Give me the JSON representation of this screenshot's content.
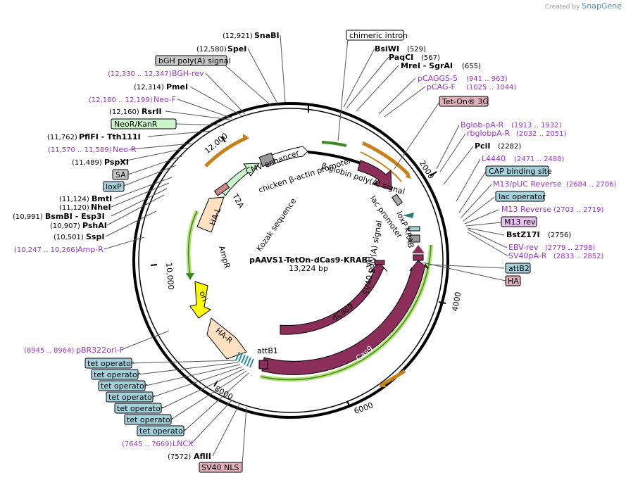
{
  "credit": {
    "prefix": "Created by",
    "brand": "SnapGene"
  },
  "plasmid": {
    "name": "pAAVS1-TetOn-dCas9-KRAB",
    "size": "13,224 bp"
  },
  "ticks": [
    "2000",
    "4000",
    "6000",
    "8000",
    "10,000",
    "12,000"
  ],
  "feature_labels": {
    "cmv": "CMV enhancer",
    "cba": "chicken β-actin promoter",
    "kozak": "Kozak sequence",
    "bglob": "β-globin poly(A) signal",
    "lacp": "lac promoter",
    "loxp": "loxP",
    "krab": "KRAB",
    "svpa": "SV40 poly(A) signal",
    "ha": "HA",
    "dcas9": "dCas9",
    "cas9": "Cas9",
    "attb1": "attB1",
    "har": "HA-R",
    "ori": "ori",
    "ampr": "AmpR",
    "hal": "HA-L",
    "t2a": "T2A"
  },
  "left_labels": [
    {
      "pos": "(12,921)",
      "name": "SnaBI",
      "style": "enzyme"
    },
    {
      "pos": "(12,580)",
      "name": "SpeI",
      "style": "enzyme"
    },
    {
      "pos": "",
      "name": "bGH poly(A) signal",
      "style": "box-gray"
    },
    {
      "pos": "(12,330 .. 12,347)",
      "name": "BGH-rev",
      "style": "primer"
    },
    {
      "pos": "(12,314)",
      "name": "PmeI",
      "style": "enzyme"
    },
    {
      "pos": "(12,180 .. 12,199)",
      "name": "Neo-F",
      "style": "primer"
    },
    {
      "pos": "(12,160)",
      "name": "RsrII",
      "style": "enzyme"
    },
    {
      "pos": "",
      "name": "NeoR/KanR",
      "style": "box-green"
    },
    {
      "pos": "(11,762)",
      "name": "PflFI - Tth111I",
      "style": "enzyme"
    },
    {
      "pos": "(11,570 .. 11,589)",
      "name": "Neo-R",
      "style": "primer"
    },
    {
      "pos": "(11,489)",
      "name": "PspXI",
      "style": "enzyme"
    },
    {
      "pos": "",
      "name": "SA",
      "style": "box-gray"
    },
    {
      "pos": "",
      "name": "loxP",
      "style": "box-teal"
    },
    {
      "pos": "(11,124)",
      "name": "BmtI",
      "style": "enzyme"
    },
    {
      "pos": "(11,120)",
      "name": "NheI",
      "style": "enzyme"
    },
    {
      "pos": "(10,991)",
      "name": "BsmBI - Esp3I",
      "style": "enzyme"
    },
    {
      "pos": "(10,907)",
      "name": "PshAI",
      "style": "enzyme"
    },
    {
      "pos": "(10,501)",
      "name": "SspI",
      "style": "enzyme"
    },
    {
      "pos": "(10,247 .. 10,266)",
      "name": "Amp-R",
      "style": "primer"
    },
    {
      "pos": "(8945 .. 8964)",
      "name": "pBR322ori-F",
      "style": "primer"
    },
    {
      "pos": "",
      "name": "tet operator",
      "style": "box-teal"
    },
    {
      "pos": "",
      "name": "tet operator",
      "style": "box-teal"
    },
    {
      "pos": "",
      "name": "tet operator",
      "style": "box-teal"
    },
    {
      "pos": "",
      "name": "tet operator",
      "style": "box-teal"
    },
    {
      "pos": "",
      "name": "tet operator",
      "style": "box-teal"
    },
    {
      "pos": "",
      "name": "tet operator",
      "style": "box-teal"
    },
    {
      "pos": "",
      "name": "tet operator",
      "style": "box-teal"
    },
    {
      "pos": "(7645 .. 7669)",
      "name": "LNCX",
      "style": "primer"
    },
    {
      "pos": "(7572)",
      "name": "AflII",
      "style": "enzyme"
    },
    {
      "pos": "",
      "name": "SV40 NLS",
      "style": "box-pink"
    }
  ],
  "right_labels": [
    {
      "pos": "",
      "name": "chimeric intron",
      "style": "box-white"
    },
    {
      "pos": "(529)",
      "name": "BsiWI",
      "style": "enzyme"
    },
    {
      "pos": "(567)",
      "name": "PaqCI",
      "style": "enzyme"
    },
    {
      "pos": "(655)",
      "name": "MreI - SgrAI",
      "style": "enzyme"
    },
    {
      "pos": "(941 .. 963)",
      "name": "pCAGGS-5",
      "style": "primer"
    },
    {
      "pos": "(1025 .. 1044)",
      "name": "pCAG-F",
      "style": "primer"
    },
    {
      "pos": "",
      "name": "Tet-On® 3G",
      "style": "box-pink"
    },
    {
      "pos": "(1913 .. 1932)",
      "name": "Bglob-pA-R",
      "style": "primer"
    },
    {
      "pos": "(2032 .. 2051)",
      "name": "rbglobpA-R",
      "style": "primer"
    },
    {
      "pos": "(2282)",
      "name": "PciI",
      "style": "enzyme"
    },
    {
      "pos": "(2471 .. 2488)",
      "name": "L4440",
      "style": "primer"
    },
    {
      "pos": "",
      "name": "CAP binding site",
      "style": "box-teal"
    },
    {
      "pos": "(2684 .. 2706)",
      "name": "M13/pUC Reverse",
      "style": "primer"
    },
    {
      "pos": "",
      "name": "lac operator",
      "style": "box-teal"
    },
    {
      "pos": "(2703 .. 2719)",
      "name": "M13 Reverse",
      "style": "primer"
    },
    {
      "pos": "",
      "name": "M13 rev",
      "style": "box-violet"
    },
    {
      "pos": "(2756)",
      "name": "BstZ17I",
      "style": "enzyme"
    },
    {
      "pos": "(2779 .. 2798)",
      "name": "EBV-rev",
      "style": "primer"
    },
    {
      "pos": "(2833 .. 2852)",
      "name": "SV40pA-R",
      "style": "primer"
    },
    {
      "pos": "",
      "name": "attB2",
      "style": "box-teal"
    },
    {
      "pos": "",
      "name": "HA",
      "style": "box-pink"
    }
  ],
  "colors": {
    "enzyme": "#000000",
    "primer": "#9933cc",
    "cas9": "#8b2e5a",
    "cmv": "#ffffff",
    "ampr": "#ccf5cc",
    "ori": "#ffff00",
    "ha": "#ffe0c0",
    "green_arrow": "#3a8a20",
    "orange_arrow": "#c8801a",
    "box_teal": "#a6d2dd",
    "box_gray": "#c8c8c8",
    "box_pink": "#e0b0b8",
    "box_green": "#ccf5cc",
    "box_violet": "#e8c0f0"
  }
}
